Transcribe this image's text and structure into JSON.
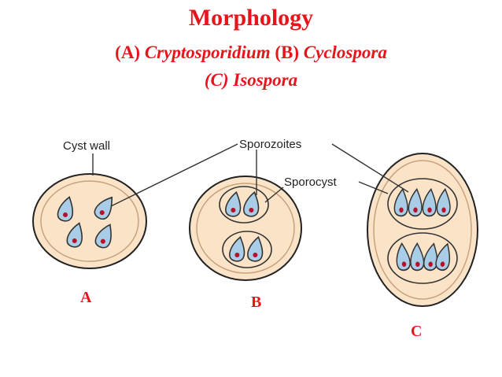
{
  "title": "Morphology",
  "subtitle": {
    "a_prefix": "(A)",
    "a_name": "Cryptosporidium",
    "b_prefix": "(B)",
    "b_name": "Cyclospora",
    "c_prefix": "(C)",
    "c_name": "Isospora"
  },
  "labels": {
    "cyst_wall": "Cyst wall",
    "sporozoites": "Sporozoites",
    "sporocyst": "Sporocyst"
  },
  "panels": [
    "A",
    "B",
    "C"
  ],
  "colors": {
    "title": "#e8141b",
    "cyst_fill": "#fbe3c8",
    "sporozoite_fill": "#a9cde6",
    "nucleus": "#b3122a"
  }
}
